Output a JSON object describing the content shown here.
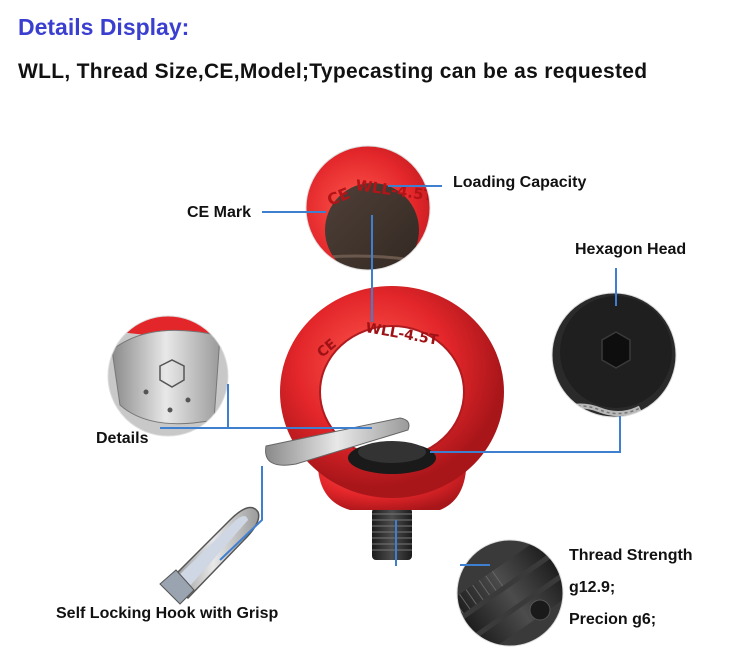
{
  "header": {
    "title": "Details Display:",
    "subtitle": "WLL, Thread Size,CE,Model;Typecasting can be as requested"
  },
  "callouts": {
    "loading_capacity": "Loading Capacity",
    "ce_mark": "CE Mark",
    "hexagon_head": "Hexagon Head",
    "details": "Details",
    "self_locking_hook": "Self Locking Hook with Grisp",
    "thread_strength": "Thread Strength",
    "grade": "g12.9;",
    "precision": "Precion g6;"
  },
  "product_marking": {
    "ring_text": "WLL-4.5T",
    "ce_text": "CE"
  },
  "colors": {
    "title": "#3b3fd0",
    "product_red": "#e3262a",
    "leader_line": "#3f7fd0"
  }
}
